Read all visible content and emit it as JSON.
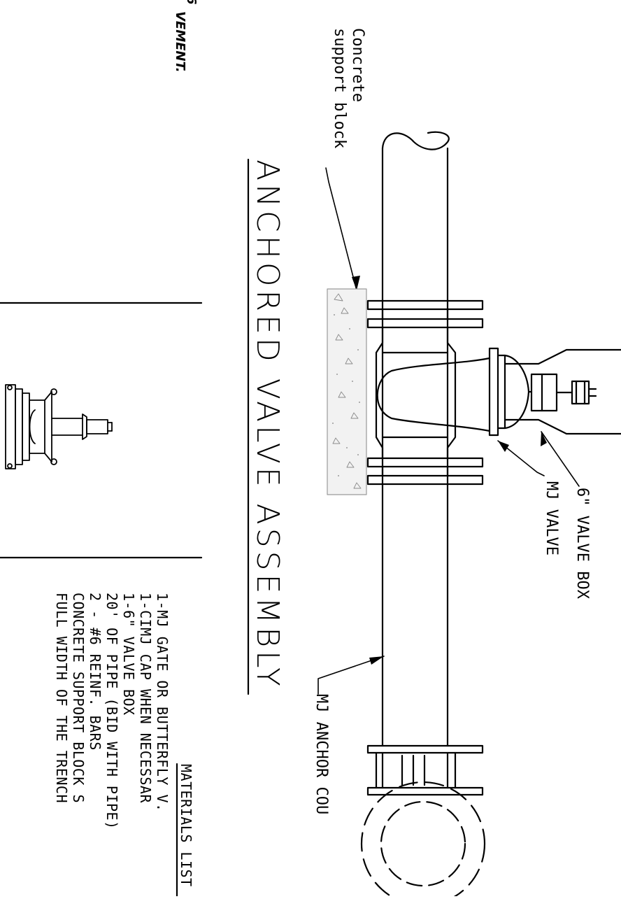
{
  "drawing": {
    "title": "ANCHORED VALVE ASSEMBLY",
    "support_block_label_line1": "Concrete",
    "support_block_label_line2": "support block",
    "valve_box_label": "6\" VALVE BOX",
    "mj_valve_label": "MJ VALVE",
    "anchor_label": "MJ ANCHOR COU",
    "left_fragment_top": "6",
    "left_fragment": "VEMENT.",
    "materials_heading": "MATERIALS LIST",
    "materials": [
      "1-MJ GATE OR BUTTERFLY V.",
      "1-CIMJ CAP WHEN NECESSAR",
      "1-6\" VALVE BOX",
      "20' OF PIPE (BID WITH PIPE)",
      "2 - #6 REINF. BARS",
      "CONCRETE SUPPORT BLOCK S",
      "FULL WIDTH OF THE TRENCH"
    ]
  },
  "colors": {
    "ink": "#000000",
    "block_fill": "#f2f2f2",
    "block_edge": "#9a9a9a"
  }
}
